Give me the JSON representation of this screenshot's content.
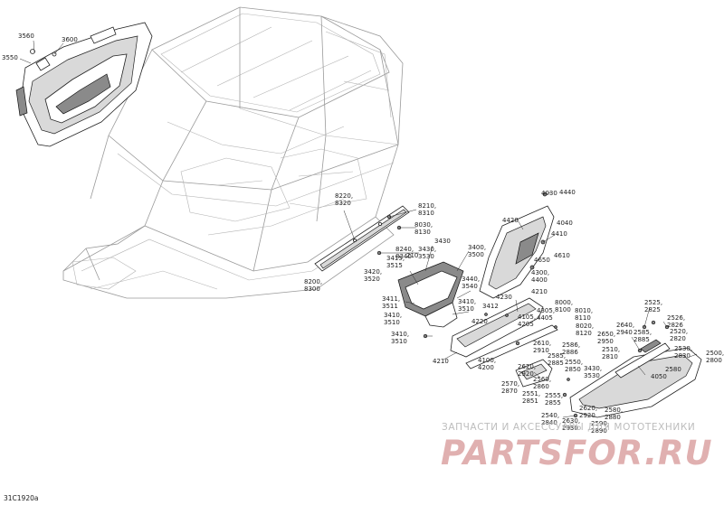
{
  "reference_code": "31C1920a",
  "watermark": {
    "tagline": "ЗАПЧАСТИ И АКСЕССУАРЫ ДЛЯ МОТОТЕХНИКИ",
    "brand": "PARTSFOR.RU"
  },
  "callouts": [
    {
      "id": "c01",
      "text": "3560"
    },
    {
      "id": "c02",
      "text": "3600"
    },
    {
      "id": "c03",
      "text": "3550"
    },
    {
      "id": "c04",
      "text": "8220,\n8320"
    },
    {
      "id": "c05",
      "text": "8210,\n8310"
    },
    {
      "id": "c06",
      "text": "8030,\n8130"
    },
    {
      "id": "c07",
      "text": "3430"
    },
    {
      "id": "c08",
      "text": "8240,\n8340"
    },
    {
      "id": "c09",
      "text": "3430,\n3530"
    },
    {
      "id": "c10",
      "text": "3400,\n3500"
    },
    {
      "id": "c11",
      "text": "210"
    },
    {
      "id": "c12",
      "text": "3415,\n3515"
    },
    {
      "id": "c13",
      "text": "3420,\n3520"
    },
    {
      "id": "c14",
      "text": "8200,\n8300"
    },
    {
      "id": "c15",
      "text": "3411,\n3511"
    },
    {
      "id": "c16",
      "text": "3410,\n3510"
    },
    {
      "id": "c17",
      "text": "3440,\n3540"
    },
    {
      "id": "c18",
      "text": "3410,\n3510"
    },
    {
      "id": "c19",
      "text": "3412"
    },
    {
      "id": "c20",
      "text": "4220"
    },
    {
      "id": "c21",
      "text": "4030"
    },
    {
      "id": "c22",
      "text": "4440"
    },
    {
      "id": "c23",
      "text": "4420"
    },
    {
      "id": "c24",
      "text": "4040"
    },
    {
      "id": "c25",
      "text": "4410"
    },
    {
      "id": "c26",
      "text": "4610"
    },
    {
      "id": "c27",
      "text": "4650"
    },
    {
      "id": "c28",
      "text": "4300,\n4400"
    },
    {
      "id": "c29",
      "text": "4210"
    },
    {
      "id": "c30",
      "text": "4230"
    },
    {
      "id": "c31",
      "text": "8000,\n8100"
    },
    {
      "id": "c32",
      "text": "8010,\n8110"
    },
    {
      "id": "c33",
      "text": "4305,\n4405"
    },
    {
      "id": "c34",
      "text": "4105,\n4205"
    },
    {
      "id": "c35",
      "text": "8020,\n8120"
    },
    {
      "id": "c36",
      "text": "3410,\n3510"
    },
    {
      "id": "c37",
      "text": "4210"
    },
    {
      "id": "c38",
      "text": "4100,\n4200"
    },
    {
      "id": "c39",
      "text": "2525,\n2825"
    },
    {
      "id": "c40",
      "text": "2640,\n2940"
    },
    {
      "id": "c41",
      "text": "2526,\n2826"
    },
    {
      "id": "c42",
      "text": "2650,\n2950"
    },
    {
      "id": "c43",
      "text": "2585,\n2885"
    },
    {
      "id": "c44",
      "text": "2520,\n2820"
    },
    {
      "id": "c45",
      "text": "2610,\n2910"
    },
    {
      "id": "c46",
      "text": "2586,\n2886"
    },
    {
      "id": "c47",
      "text": "2510,\n2810"
    },
    {
      "id": "c48",
      "text": "2530,\n2830"
    },
    {
      "id": "c49",
      "text": "2500,\n2800"
    },
    {
      "id": "c50",
      "text": "2585,\n2885"
    },
    {
      "id": "c51",
      "text": "2550,\n2850"
    },
    {
      "id": "c52",
      "text": "2620,\n2920"
    },
    {
      "id": "c53",
      "text": "3430,\n3530"
    },
    {
      "id": "c54",
      "text": "2580"
    },
    {
      "id": "c55",
      "text": "4050"
    },
    {
      "id": "c56",
      "text": "2560,\n2860"
    },
    {
      "id": "c57",
      "text": "2570,\n2870"
    },
    {
      "id": "c58",
      "text": "2551,\n2851"
    },
    {
      "id": "c59",
      "text": "2555,\n2855"
    },
    {
      "id": "c60",
      "text": "2620,\n2920"
    },
    {
      "id": "c61",
      "text": "2580,\n2880"
    },
    {
      "id": "c62",
      "text": "2540,\n2840"
    },
    {
      "id": "c63",
      "text": "2630,\n2930"
    },
    {
      "id": "c64",
      "text": "2590,\n2890"
    }
  ]
}
